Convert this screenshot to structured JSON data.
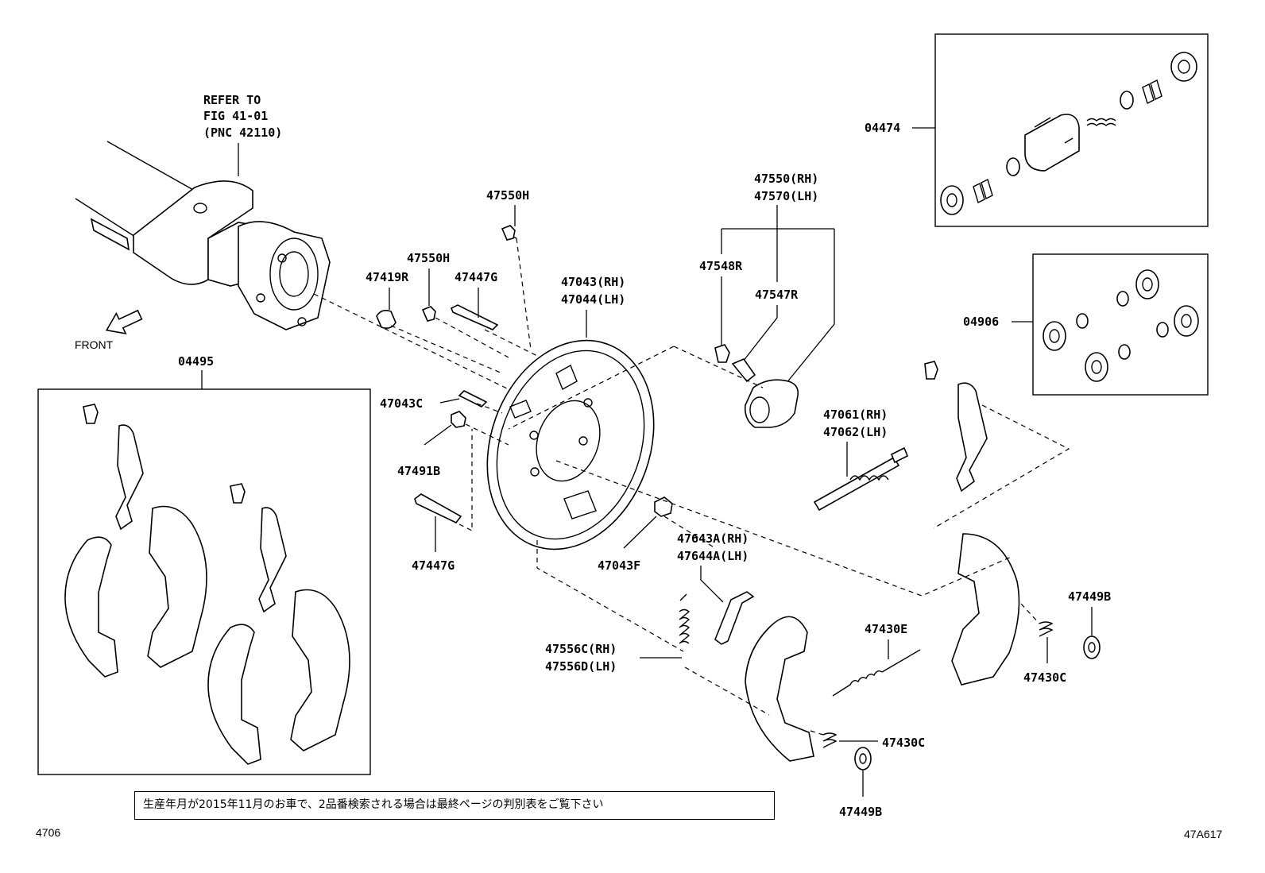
{
  "refer_note": {
    "line1": "REFER TO",
    "line2": "FIG 41-01",
    "line3": "(PNC 42110)"
  },
  "front_label": "FRONT",
  "parts": {
    "p04474": "04474",
    "p04906": "04906",
    "p04495": "04495",
    "p47550h_a": "47550H",
    "p47550h_b": "47550H",
    "p47419r": "47419R",
    "p47447g_a": "47447G",
    "p47447g_b": "47447G",
    "p47043rh": "47043(RH)",
    "p47044lh": "47044(LH)",
    "p47550rh": "47550(RH)",
    "p47570lh": "47570(LH)",
    "p47548r": "47548R",
    "p47547r": "47547R",
    "p47043c": "47043C",
    "p47491b": "47491B",
    "p47043f": "47043F",
    "p47061rh": "47061(RH)",
    "p47062lh": "47062(LH)",
    "p47643a": "47643A(RH)",
    "p47644a": "47644A(LH)",
    "p47556c": "47556C(RH)",
    "p47556d": "47556D(LH)",
    "p47430e": "47430E",
    "p47449b_a": "47449B",
    "p47449b_b": "47449B",
    "p47430c_a": "47430C",
    "p47430c_b": "47430C"
  },
  "note_text": "生産年月が2015年11月のお車で、2品番検索される場合は最終ページの判別表をご覧下さい",
  "page_id": "4706",
  "figure_id": "47A617"
}
